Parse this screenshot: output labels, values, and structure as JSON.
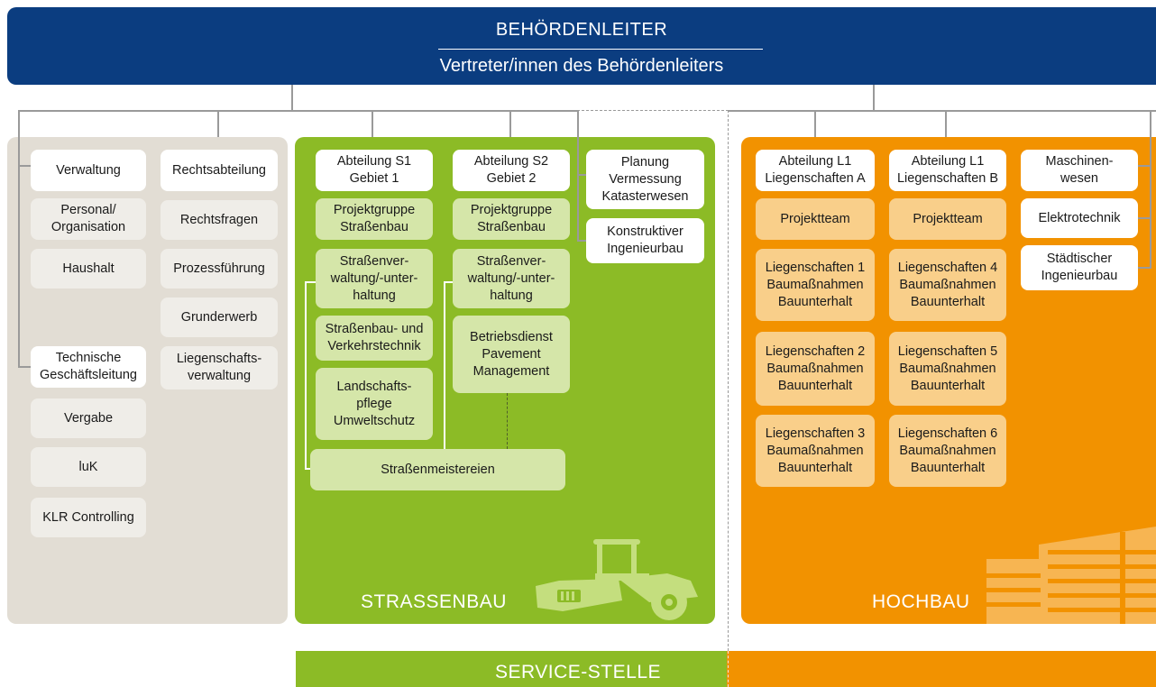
{
  "header": {
    "title": "BEHÖRDENLEITER",
    "subtitle": "Vertreter/innen des Behördenleiters"
  },
  "left": {
    "col1": [
      "Verwaltung",
      "Personal/\nOrganisation",
      "Haushalt",
      "Technische\nGeschäftsleitung",
      "Vergabe",
      "luK",
      "KLR Controlling"
    ],
    "col2": [
      "Rechtsabteilung",
      "Rechtsfragen",
      "Prozessführung",
      "Grunderwerb",
      "Liegenschafts-\nverwaltung"
    ]
  },
  "strassenbau": {
    "label": "STRASSENBAU",
    "s1": [
      "Abteilung S1\nGebiet 1",
      "Projektgruppe\nStraßenbau",
      "Straßenver-\nwaltung/-unter-\nhaltung",
      "Straßenbau- und\nVerkehrstechnik",
      "Landschafts-\npflege\nUmweltschutz"
    ],
    "s2": [
      "Abteilung S2\nGebiet 2",
      "Projektgruppe\nStraßenbau",
      "Straßenver-\nwaltung/-unter-\nhaltung",
      "Betriebsdienst\nPavement\nManagement"
    ],
    "s3": [
      "Planung\nVermessung\nKatasterwesen",
      "Konstruktiver\nIngenieurbau"
    ],
    "meistereien": "Straßenmeistereien"
  },
  "hochbau": {
    "label": "HOCHBAU",
    "l1a": [
      "Abteilung L1\nLiegenschaften A",
      "Projektteam",
      "Liegenschaften 1\nBaumaßnahmen\nBauunterhalt",
      "Liegenschaften 2\nBaumaßnahmen\nBauunterhalt",
      "Liegenschaften 3\nBaumaßnahmen\nBauunterhalt"
    ],
    "l1b": [
      "Abteilung L1\nLiegenschaften B",
      "Projektteam",
      "Liegenschaften 4\nBaumaßnahmen\nBauunterhalt",
      "Liegenschaften 5\nBaumaßnahmen\nBauunterhalt",
      "Liegenschaften 6\nBaumaßnahmen\nBauunterhalt"
    ],
    "l3": [
      "Maschinen-\nwesen",
      "Elektrotechnik",
      "Städtischer\nIngenieurbau"
    ]
  },
  "footer": {
    "part1": "SERVICE-",
    "part2": "STELLE"
  },
  "colors": {
    "header": "#0b3d80",
    "strassenbau": "#8cbb26",
    "hochbau": "#f29200",
    "grey": "#e2ddd4"
  },
  "icons": [
    "road-roller-icon",
    "building-icon"
  ]
}
